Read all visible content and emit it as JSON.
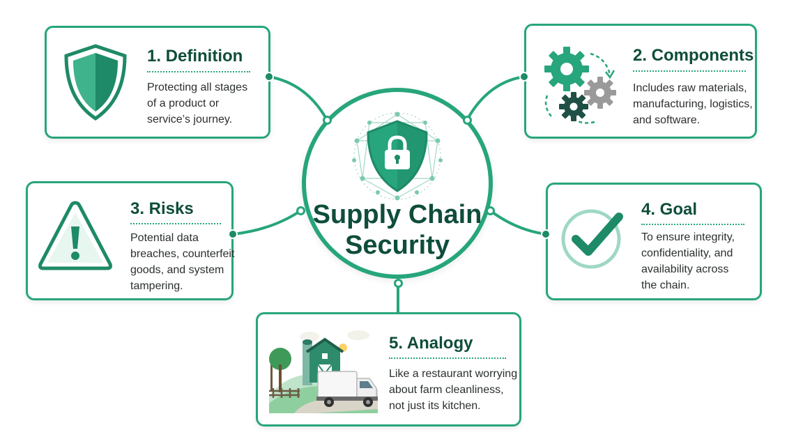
{
  "hub": {
    "title_line1": "Supply Chain",
    "title_line2": "Security",
    "icon": "shield-lock-network-icon"
  },
  "cards": {
    "definition": {
      "title": "1. Definition",
      "lines": [
        "Protecting all stages",
        "of a product or",
        "service’s journey."
      ],
      "icon": "shield-icon"
    },
    "components": {
      "title": "2. Components",
      "lines": [
        "Includes raw materials,",
        "manufacturing, logistics,",
        "and software."
      ],
      "icon": "gears-icon"
    },
    "risks": {
      "title": "3. Risks",
      "lines": [
        "Potential data",
        "breaches, counterfeit",
        "goods, and system",
        "tampering."
      ],
      "icon": "warning-icon"
    },
    "goal": {
      "title": "4. Goal",
      "lines": [
        "To ensure integrity,",
        "confidentiality, and",
        "availability across",
        "the chain."
      ],
      "icon": "checkmark-icon"
    },
    "analogy": {
      "title": "5. Analogy",
      "lines": [
        "Like a restaurant worrying",
        "about farm cleanliness,",
        "not just its kitchen."
      ],
      "icon": "farm-truck-illustration"
    }
  },
  "colors": {
    "accent": "#27a57c",
    "accent_dark": "#1e8a67",
    "title_text": "#0f4d3b",
    "gear_gray": "#9a9a9a",
    "gear_dark": "#1f4f45"
  }
}
